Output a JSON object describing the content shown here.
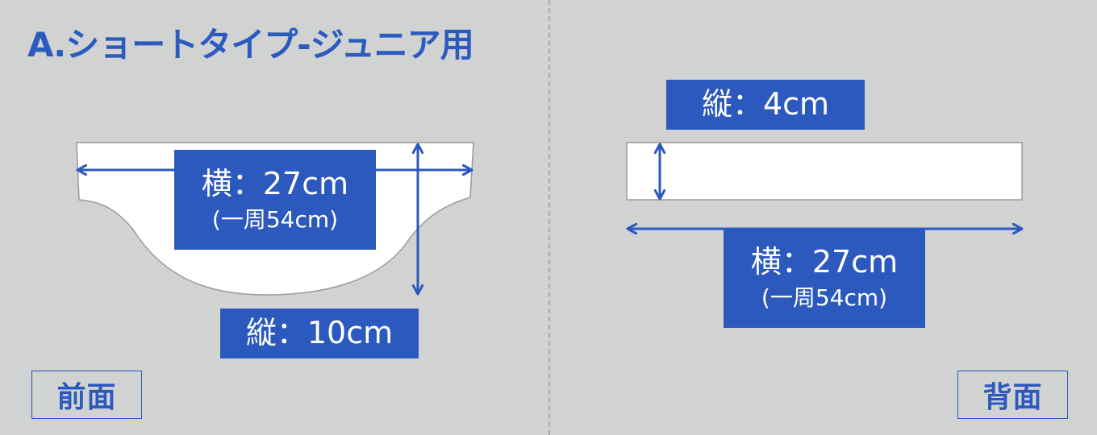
{
  "title": "A.ショートタイプ-ジュニア用",
  "front": {
    "width_label": "横：27cm",
    "width_sub": "(一周54cm)",
    "height_label": "縦：10cm",
    "panel_label": "前面"
  },
  "back": {
    "height_label": "縦：4cm",
    "width_label": "横：27cm",
    "width_sub": "(一周54cm)",
    "panel_label": "背面"
  },
  "colors": {
    "accent": "#2c59be",
    "background": "#d1d2d2",
    "shape_fill": "#ffffff",
    "shape_stroke": "#9a9a9a"
  }
}
